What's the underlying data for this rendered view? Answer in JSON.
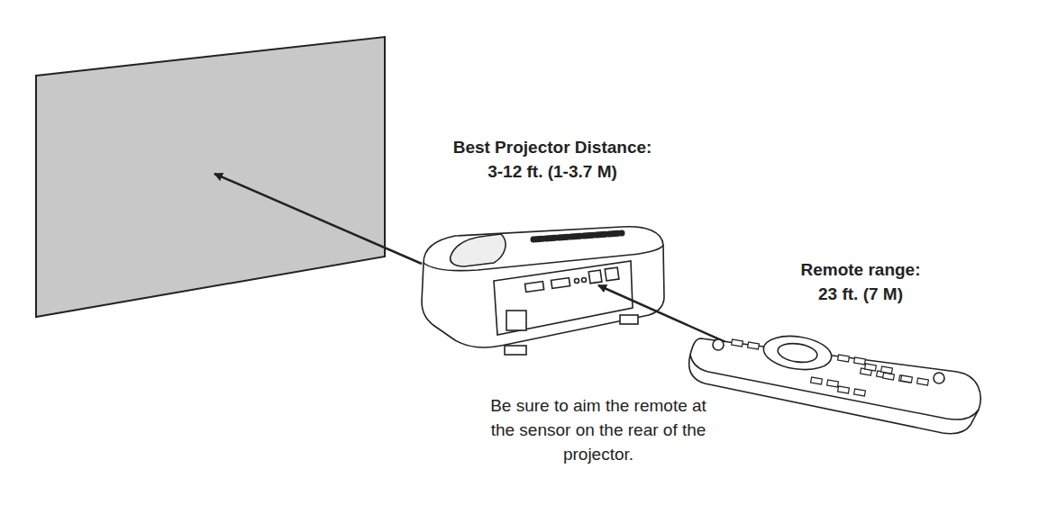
{
  "diagram": {
    "labels": [
      "Best Projector Distance:",
      "3-12 ft. (1-3.7 M)",
      "Remote range:",
      "23 ft. (7 M)",
      "Be sure to aim the remote at the sensor on the rear of the projector."
    ]
  }
}
